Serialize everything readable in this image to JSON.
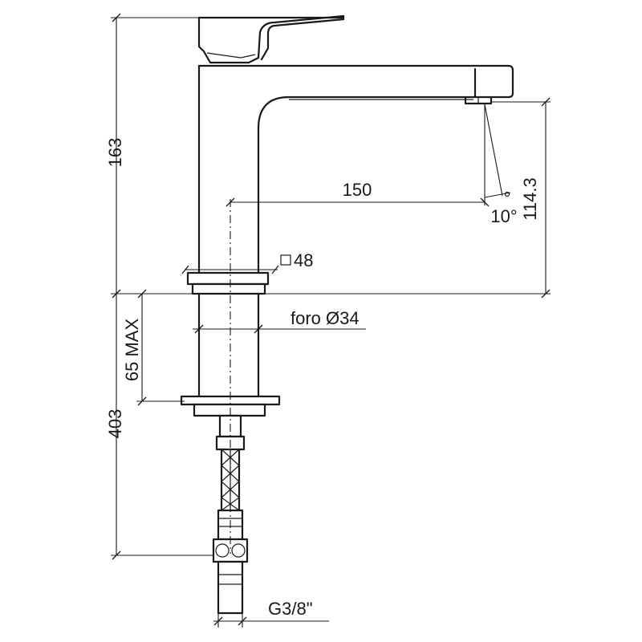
{
  "dimensions": {
    "total_height_upper": "163",
    "spout_reach": "150",
    "spout_height": "114.3",
    "spout_angle": "10°",
    "body_square": "48",
    "hole_diameter": "foro Ø34",
    "max_deck_thickness": "65 MAX",
    "hose_length": "403",
    "connection_thread": "G3/8\""
  },
  "colors": {
    "line": "#1a1a1a",
    "background": "#ffffff"
  }
}
